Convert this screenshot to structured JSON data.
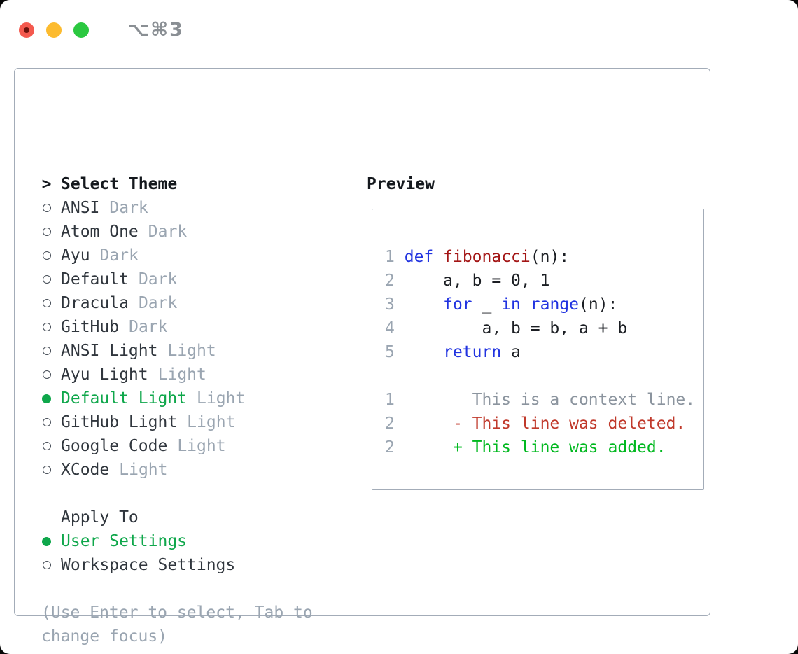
{
  "window": {
    "title": "⌥⌘3",
    "traffic_lights": [
      "close",
      "minimize",
      "zoom"
    ]
  },
  "theme_picker": {
    "focus_indicator": ">",
    "title": "Select Theme",
    "themes": [
      {
        "name": "ANSI",
        "tag": "Dark",
        "selected": false
      },
      {
        "name": "Atom One",
        "tag": "Dark",
        "selected": false
      },
      {
        "name": "Ayu",
        "tag": "Dark",
        "selected": false
      },
      {
        "name": "Default",
        "tag": "Dark",
        "selected": false
      },
      {
        "name": "Dracula",
        "tag": "Dark",
        "selected": false
      },
      {
        "name": "GitHub",
        "tag": "Dark",
        "selected": false
      },
      {
        "name": "ANSI Light",
        "tag": "Light",
        "selected": false
      },
      {
        "name": "Ayu Light",
        "tag": "Light",
        "selected": false
      },
      {
        "name": "Default Light",
        "tag": "Light",
        "selected": true
      },
      {
        "name": "GitHub Light",
        "tag": "Light",
        "selected": false
      },
      {
        "name": "Google Code",
        "tag": "Light",
        "selected": false
      },
      {
        "name": "XCode",
        "tag": "Light",
        "selected": false
      }
    ],
    "apply_to": {
      "title": "Apply To",
      "options": [
        {
          "name": "User Settings",
          "selected": true
        },
        {
          "name": "Workspace Settings",
          "selected": false
        }
      ]
    },
    "help": [
      "(Use Enter to select, Tab to",
      "change focus)"
    ]
  },
  "preview": {
    "title": "Preview",
    "lines": [
      {
        "num": "1",
        "tokens": [
          [
            "pln",
            " "
          ],
          [
            "kw",
            "def"
          ],
          [
            "pln",
            " "
          ],
          [
            "fn",
            "fibonacci"
          ],
          [
            "pln",
            "(n):"
          ]
        ]
      },
      {
        "num": "2",
        "tokens": [
          [
            "pln",
            "     a, b = 0, 1"
          ]
        ]
      },
      {
        "num": "3",
        "tokens": [
          [
            "pln",
            "     "
          ],
          [
            "kw",
            "for"
          ],
          [
            "pln",
            " _ "
          ],
          [
            "kw",
            "in"
          ],
          [
            "pln",
            " "
          ],
          [
            "kw",
            "range"
          ],
          [
            "pln",
            "(n):"
          ]
        ]
      },
      {
        "num": "4",
        "tokens": [
          [
            "pln",
            "         a, b = b, a + b"
          ]
        ]
      },
      {
        "num": "5",
        "tokens": [
          [
            "pln",
            "     "
          ],
          [
            "kw",
            "return"
          ],
          [
            "pln",
            " a"
          ]
        ]
      },
      {
        "num": "",
        "tokens": []
      },
      {
        "num": "1",
        "tokens": [
          [
            "ctx",
            "        This is a context line."
          ]
        ]
      },
      {
        "num": "2",
        "tokens": [
          [
            "del",
            "      - This line was deleted."
          ]
        ]
      },
      {
        "num": "2",
        "tokens": [
          [
            "add",
            "      + This line was added."
          ]
        ]
      }
    ]
  },
  "colors": {
    "selected_green": "#0fa74b",
    "added_green": "#00b81f",
    "deleted_red": "#c0392b",
    "keyword_blue": "#2133e0",
    "function_red": "#a31515",
    "muted_gray": "#9aa5b1",
    "context_gray": "#8b949e",
    "text_dark": "#30363d",
    "border_gray": "#a3acb8",
    "traffic_red": "#f4594e",
    "traffic_yellow": "#fcbb2f",
    "traffic_green": "#2bc840",
    "title_gray": "#8a8f94"
  }
}
